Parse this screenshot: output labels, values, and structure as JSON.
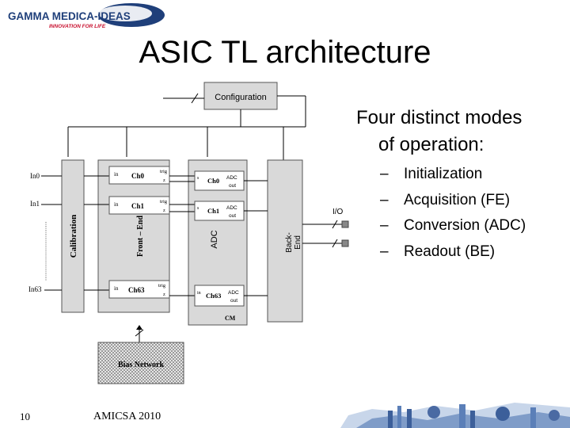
{
  "logo": {
    "name": "GAMMA MEDICA-IDEAS",
    "tagline": "INNOVATION FOR LIFE"
  },
  "title": "ASIC TL architecture",
  "bullets": {
    "lead_line1": "Four distinct modes",
    "lead_line2": "of operation:",
    "items": [
      "Initialization",
      "Acquisition (FE)",
      "Conversion (ADC)",
      "Readout (BE)"
    ],
    "dash": "–"
  },
  "diagram": {
    "configuration": "Configuration",
    "inputs": [
      "In0",
      "In1",
      "In63"
    ],
    "calibration": "Calibration",
    "front_end": "Front – End",
    "adc": "ADC",
    "back_end_line1": "Back-",
    "back_end_line2": "End",
    "io": "I/O",
    "cm": "CM",
    "bias_network": "Bias Network",
    "channels": [
      "Ch0",
      "Ch1",
      "Ch63"
    ],
    "adc_out_line1": "ADC",
    "adc_out_line2": "out",
    "pin_in": "in",
    "pin_trig": "trig",
    "pin_z": "z",
    "pin_s": "s"
  },
  "footer": {
    "page_number": "10",
    "text": "AMICSA 2010"
  }
}
